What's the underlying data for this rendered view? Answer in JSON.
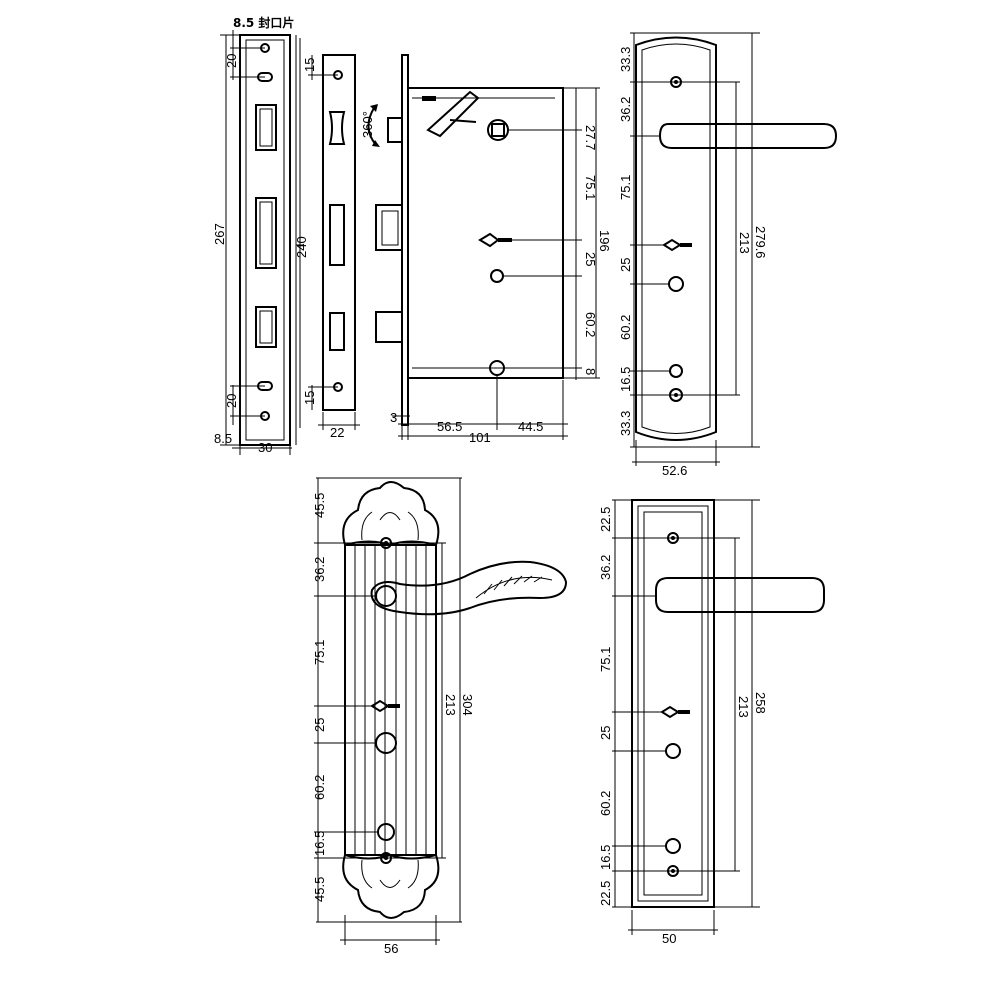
{
  "strip_plate": {
    "caption": "8.5 封口片",
    "hole_top": "20",
    "height_total": "267",
    "hole_bottom": "20",
    "edge": "8.5",
    "width": "30"
  },
  "face_plate": {
    "top": "15",
    "height": "240",
    "bottom": "15",
    "width": "22"
  },
  "lock_body": {
    "rotation": "360°",
    "d1": "27.7",
    "d2": "75.1",
    "d3": "25",
    "d4": "60.2",
    "d5": "8",
    "height": "196",
    "offset": "3",
    "w1": "56.5",
    "w2": "44.5",
    "w_total": "101"
  },
  "handle_plate_a": {
    "d_top": "33.3",
    "d1": "36.2",
    "d2": "75.1",
    "d3": "25",
    "d4": "60.2",
    "d5": "16.5",
    "d_bottom": "33.3",
    "span": "213",
    "height": "279.6",
    "width": "52.6"
  },
  "handle_plate_b": {
    "d_top": "45.5",
    "d1": "36.2",
    "d2": "75.1",
    "d3": "25",
    "d4": "60.2",
    "d5": "16.5",
    "d_bottom": "45.5",
    "span": "213",
    "height": "304",
    "width": "56"
  },
  "handle_plate_c": {
    "d_top": "22.5",
    "d1": "36.2",
    "d2": "75.1",
    "d3": "25",
    "d4": "60.2",
    "d5": "16.5",
    "d_bottom": "22.5",
    "span": "213",
    "height": "258",
    "width": "50"
  }
}
